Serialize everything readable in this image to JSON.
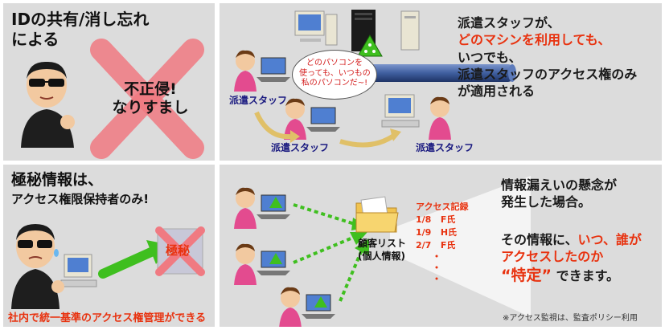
{
  "panel_tl": {
    "title_line1": "IDの共有/消し忘れ",
    "title_line2": "による",
    "fraud_line1": "不正侵!",
    "fraud_line2": "なりすまし"
  },
  "panel_tr": {
    "bubble_line1": "どのパソコンを",
    "bubble_line2": "使っても、いつもの",
    "bubble_line3": "私のパソコンだ~!",
    "caption_staff_1": "派遣スタッフ",
    "caption_staff_2": "派遣スタッフ",
    "caption_staff_3": "派遣スタッフ",
    "text_line1": "派遣スタッフが、",
    "text_line2": "どのマシンを利用しても、",
    "text_line3": "いつでも、",
    "text_line4": "派遣スタッフのアクセス権のみ",
    "text_line5": "が適用される"
  },
  "panel_bl": {
    "title_line1": "極秘情報は、",
    "title_line2": "アクセス権限保持者のみ!",
    "secret_label": "極秘",
    "footer": "社内で統一基準のアクセス権管理ができる"
  },
  "panel_br": {
    "folder_label_line1": "顧客リスト",
    "folder_label_line2": "(個人情報)",
    "log_title": "アクセス記録",
    "log_rows": [
      {
        "date": "1/8",
        "who": "F氏"
      },
      {
        "date": "1/9",
        "who": "H氏"
      },
      {
        "date": "2/7",
        "who": "F氏"
      }
    ],
    "text_line1": "情報漏えいの懸念が",
    "text_line2": "発生した場合。",
    "text_line3a": "その情報に、",
    "text_line3b": "いつ、誰が",
    "text_line4": "アクセスしたのか",
    "text_line5a": "“特定”",
    "text_line5b": "できます。",
    "note": "※アクセス監視は、監査ポリシー利用"
  },
  "colors": {
    "panel_bg": "#dcdcdc",
    "accent_red": "#e8320f",
    "green": "#3fbf1f",
    "pipe_blue": "#3f5f9f"
  }
}
